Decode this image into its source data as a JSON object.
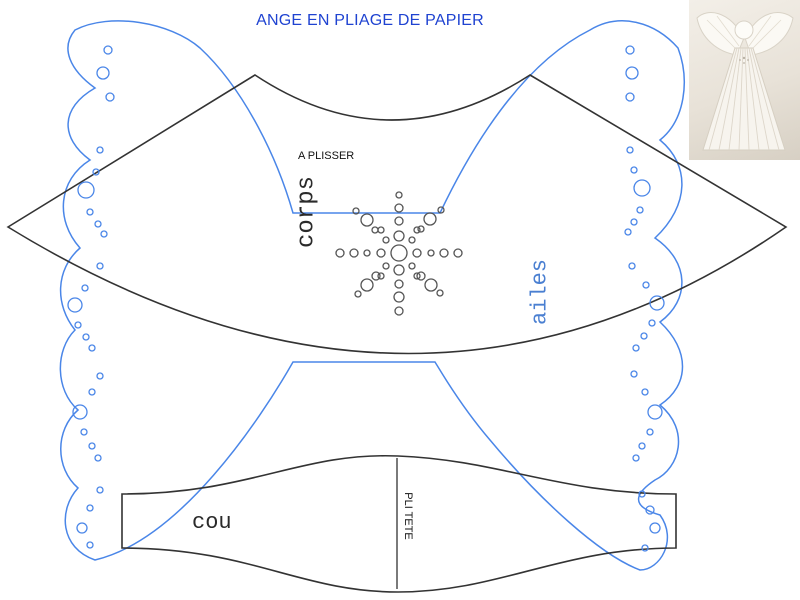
{
  "title": "ANGE EN PLIAGE DE PAPIER",
  "labels": {
    "plisser": "A PLISSER",
    "corps": "corps",
    "ailes": "ailes",
    "cou": "cou",
    "pli_tete": "PLI TETE"
  },
  "colors": {
    "title": "#1f43d1",
    "wing_outline": "#4a86e8",
    "body_outline": "#333333",
    "ailes_text": "#4a7fd1"
  },
  "photo": {
    "subject": "paper-angel-photo"
  }
}
